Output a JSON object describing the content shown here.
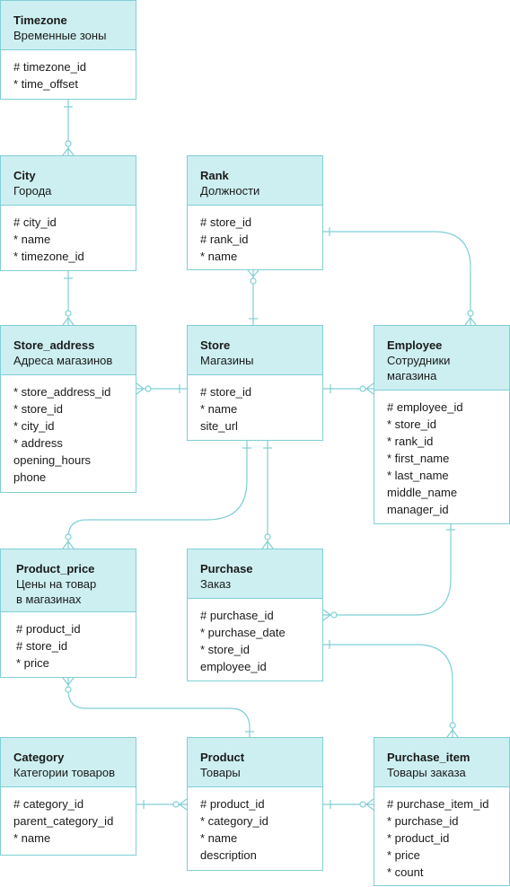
{
  "entities": {
    "timezone": {
      "name": "Timezone",
      "sub": [
        "Временные зоны"
      ],
      "attrs": [
        "# timezone_id",
        "* time_offset"
      ]
    },
    "city": {
      "name": "City",
      "sub": [
        "Города"
      ],
      "attrs": [
        "# city_id",
        "* name",
        "* timezone_id"
      ]
    },
    "rank": {
      "name": "Rank",
      "sub": [
        "Должности"
      ],
      "attrs": [
        "# store_id",
        "# rank_id",
        "* name"
      ]
    },
    "store_address": {
      "name": "Store_address",
      "sub": [
        "Адреса магазинов"
      ],
      "attrs": [
        "* store_address_id",
        "* store_id",
        "* city_id",
        "* address",
        "opening_hours",
        "phone"
      ]
    },
    "store": {
      "name": "Store",
      "sub": [
        "Магазины"
      ],
      "attrs": [
        "# store_id",
        "* name",
        "site_url"
      ]
    },
    "employee": {
      "name": "Employee",
      "sub": [
        "Сотрудники",
        "магазина"
      ],
      "attrs": [
        "# employee_id",
        "* store_id",
        "* rank_id",
        "* first_name",
        "* last_name",
        "middle_name",
        "manager_id"
      ]
    },
    "product_price": {
      "name": "Product_price",
      "sub": [
        "Цены на товар",
        "в магазинах"
      ],
      "attrs": [
        "# product_id",
        "# store_id",
        "* price"
      ]
    },
    "purchase": {
      "name": "Purchase",
      "sub": [
        "Заказ"
      ],
      "attrs": [
        "# purchase_id",
        "* purchase_date",
        "* store_id",
        "employee_id"
      ]
    },
    "category": {
      "name": "Category",
      "sub": [
        "Категории товаров"
      ],
      "attrs": [
        "# category_id",
        "parent_category_id",
        "* name"
      ]
    },
    "product": {
      "name": "Product",
      "sub": [
        "Товары"
      ],
      "attrs": [
        "# product_id",
        "* category_id",
        "* name",
        "description"
      ]
    },
    "purchase_item": {
      "name": "Purchase_item",
      "sub": [
        "Товары заказа"
      ],
      "attrs": [
        "# purchase_item_id",
        "* purchase_id",
        "* product_id",
        "* price",
        "* count"
      ]
    }
  },
  "relationships": [
    {
      "from": "timezone",
      "to": "city"
    },
    {
      "from": "city",
      "to": "store_address"
    },
    {
      "from": "store",
      "to": "store_address"
    },
    {
      "from": "store",
      "to": "rank"
    },
    {
      "from": "store",
      "to": "employee"
    },
    {
      "from": "rank",
      "to": "employee"
    },
    {
      "from": "store",
      "to": "product_price"
    },
    {
      "from": "store",
      "to": "purchase"
    },
    {
      "from": "employee",
      "to": "purchase"
    },
    {
      "from": "purchase",
      "to": "purchase_item"
    },
    {
      "from": "product",
      "to": "product_price"
    },
    {
      "from": "category",
      "to": "product"
    },
    {
      "from": "product",
      "to": "purchase_item"
    }
  ],
  "colors": {
    "header": "#cdeff1",
    "border": "#7fcfd6",
    "line": "#7fcfd6"
  }
}
